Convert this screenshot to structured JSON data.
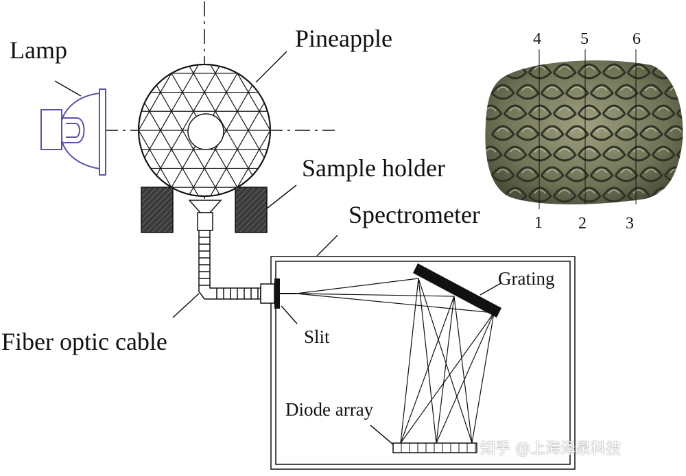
{
  "labels": {
    "lamp": "Lamp",
    "pineapple": "Pineapple",
    "sample_holder": "Sample holder",
    "spectrometer": "Spectrometer",
    "grating": "Grating",
    "slit": "Slit",
    "fiber_optic_cable": "Fiber optic cable",
    "diode_array": "Diode array"
  },
  "photo_positions": {
    "top": [
      "4",
      "5",
      "6"
    ],
    "bottom": [
      "1",
      "2",
      "3"
    ]
  },
  "watermark": "知乎 @上海泽泉科技",
  "colors": {
    "line": "#111111",
    "lamp": "#5a52a8",
    "holder_fill": "#4a4a4a",
    "pineapple_skin": "#7a7d5e"
  }
}
